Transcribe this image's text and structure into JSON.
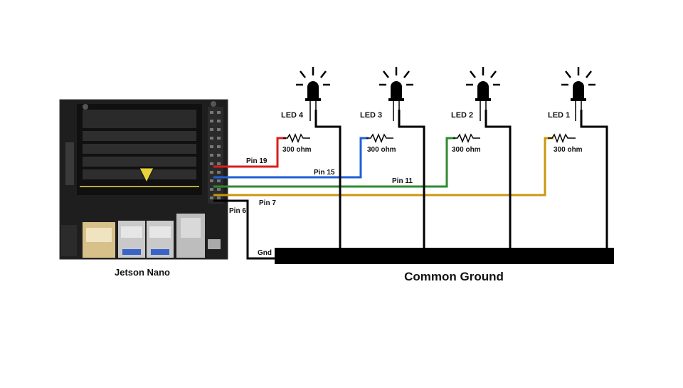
{
  "board": {
    "label": "Jetson Nano"
  },
  "ground": {
    "label": "Common Ground",
    "gnd_label": "Gnd"
  },
  "pins": {
    "pin19": "Pin 19",
    "pin15": "Pin 15",
    "pin11": "Pin 11",
    "pin7": "Pin 7",
    "pin6": "Pin 6"
  },
  "leds": [
    {
      "label": "LED 4",
      "resistor": "300 ohm"
    },
    {
      "label": "LED 3",
      "resistor": "300 ohm"
    },
    {
      "label": "LED 2",
      "resistor": "300 ohm"
    },
    {
      "label": "LED 1",
      "resistor": "300 ohm"
    }
  ],
  "colors": {
    "pin19": "#d81e1e",
    "pin15": "#1f5fd6",
    "pin11": "#2f8a2f",
    "pin7": "#c9980e",
    "ground_wire": "#000000"
  }
}
